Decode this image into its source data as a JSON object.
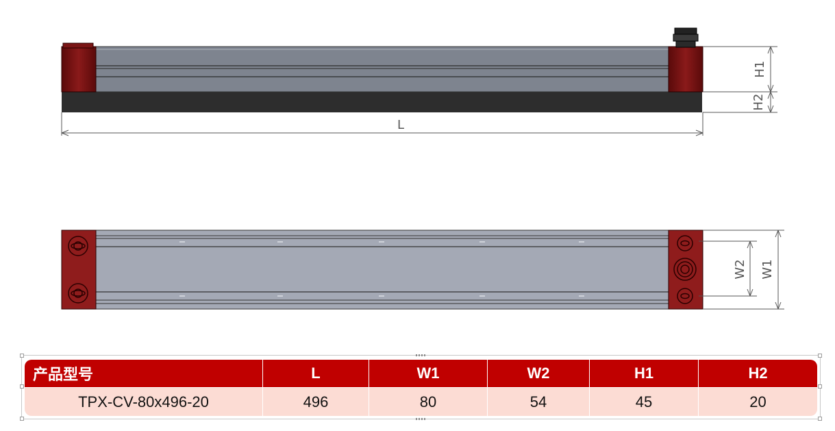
{
  "dimensions": {
    "length_label": "L",
    "h1_label": "H1",
    "h2_label": "H2",
    "w1_label": "W1",
    "w2_label": "W2"
  },
  "table": {
    "headers": [
      "产品型号",
      "L",
      "W1",
      "W2",
      "H1",
      "H2"
    ],
    "rows": [
      [
        "TPX-CV-80x496-20",
        "496",
        "80",
        "54",
        "45",
        "20"
      ]
    ]
  },
  "colors": {
    "header_bg": "#c00000",
    "row_bg": "#fcdcd4",
    "end_block": "#6b1010",
    "body_gray": "#8c93a0",
    "base_dark": "#2d2d2d"
  }
}
